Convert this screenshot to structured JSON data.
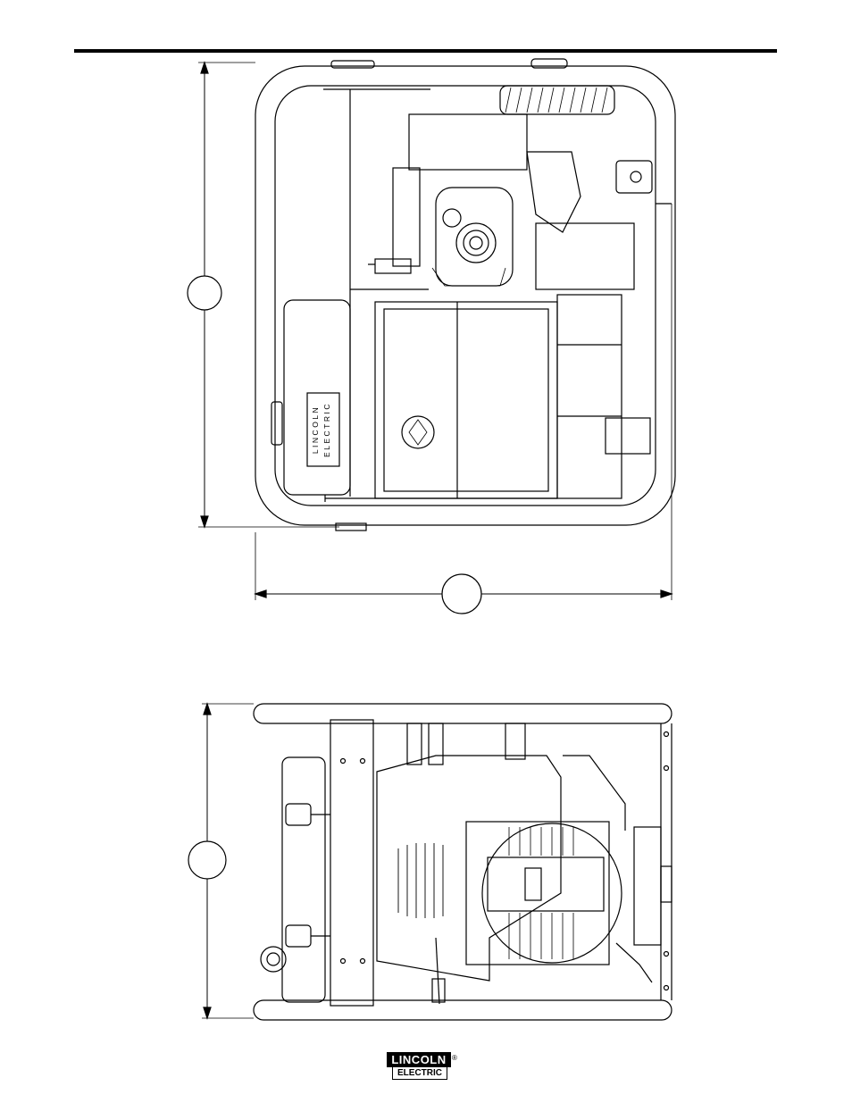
{
  "nameplate": {
    "line1": "LINCOLN",
    "line2": "ELECTRIC"
  },
  "dimension_callouts": [
    {
      "id": "top-view-height",
      "label": ""
    },
    {
      "id": "top-view-width",
      "label": ""
    },
    {
      "id": "side-view-height",
      "label": ""
    }
  ],
  "footer_logo": {
    "top": "LINCOLN",
    "bottom": "ELECTRIC",
    "mark": "®"
  },
  "colors": {
    "line": "#000000",
    "background": "#ffffff"
  }
}
